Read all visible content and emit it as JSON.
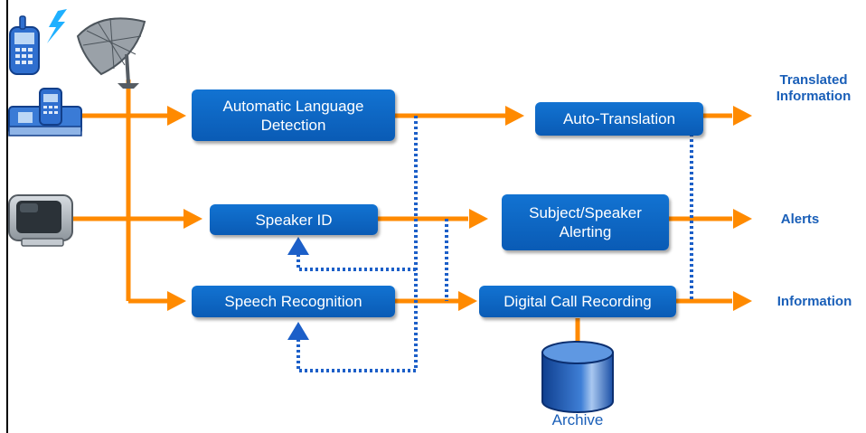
{
  "boxes": {
    "language_detection": "Automatic Language\nDetection",
    "auto_translation": "Auto-Translation",
    "speaker_id": "Speaker ID",
    "subject_alerting": "Subject/Speaker\nAlerting",
    "speech_recognition": "Speech Recognition",
    "call_recording": "Digital Call Recording"
  },
  "outputs": {
    "translated": "Translated\nInformation",
    "alerts": "Alerts",
    "information": "Information"
  },
  "archive": "Archive",
  "icons": [
    "mobile-phone-icon",
    "wireless-signal-icon",
    "satellite-dish-icon",
    "desk-phone-icon",
    "computer-monitor-icon",
    "database-icon"
  ],
  "colors": {
    "box_fill": "#0a63c4",
    "flow_arrow": "#ff8a00",
    "feedback_dotted": "#1c5fc8",
    "label_text": "#1a5fb8"
  }
}
